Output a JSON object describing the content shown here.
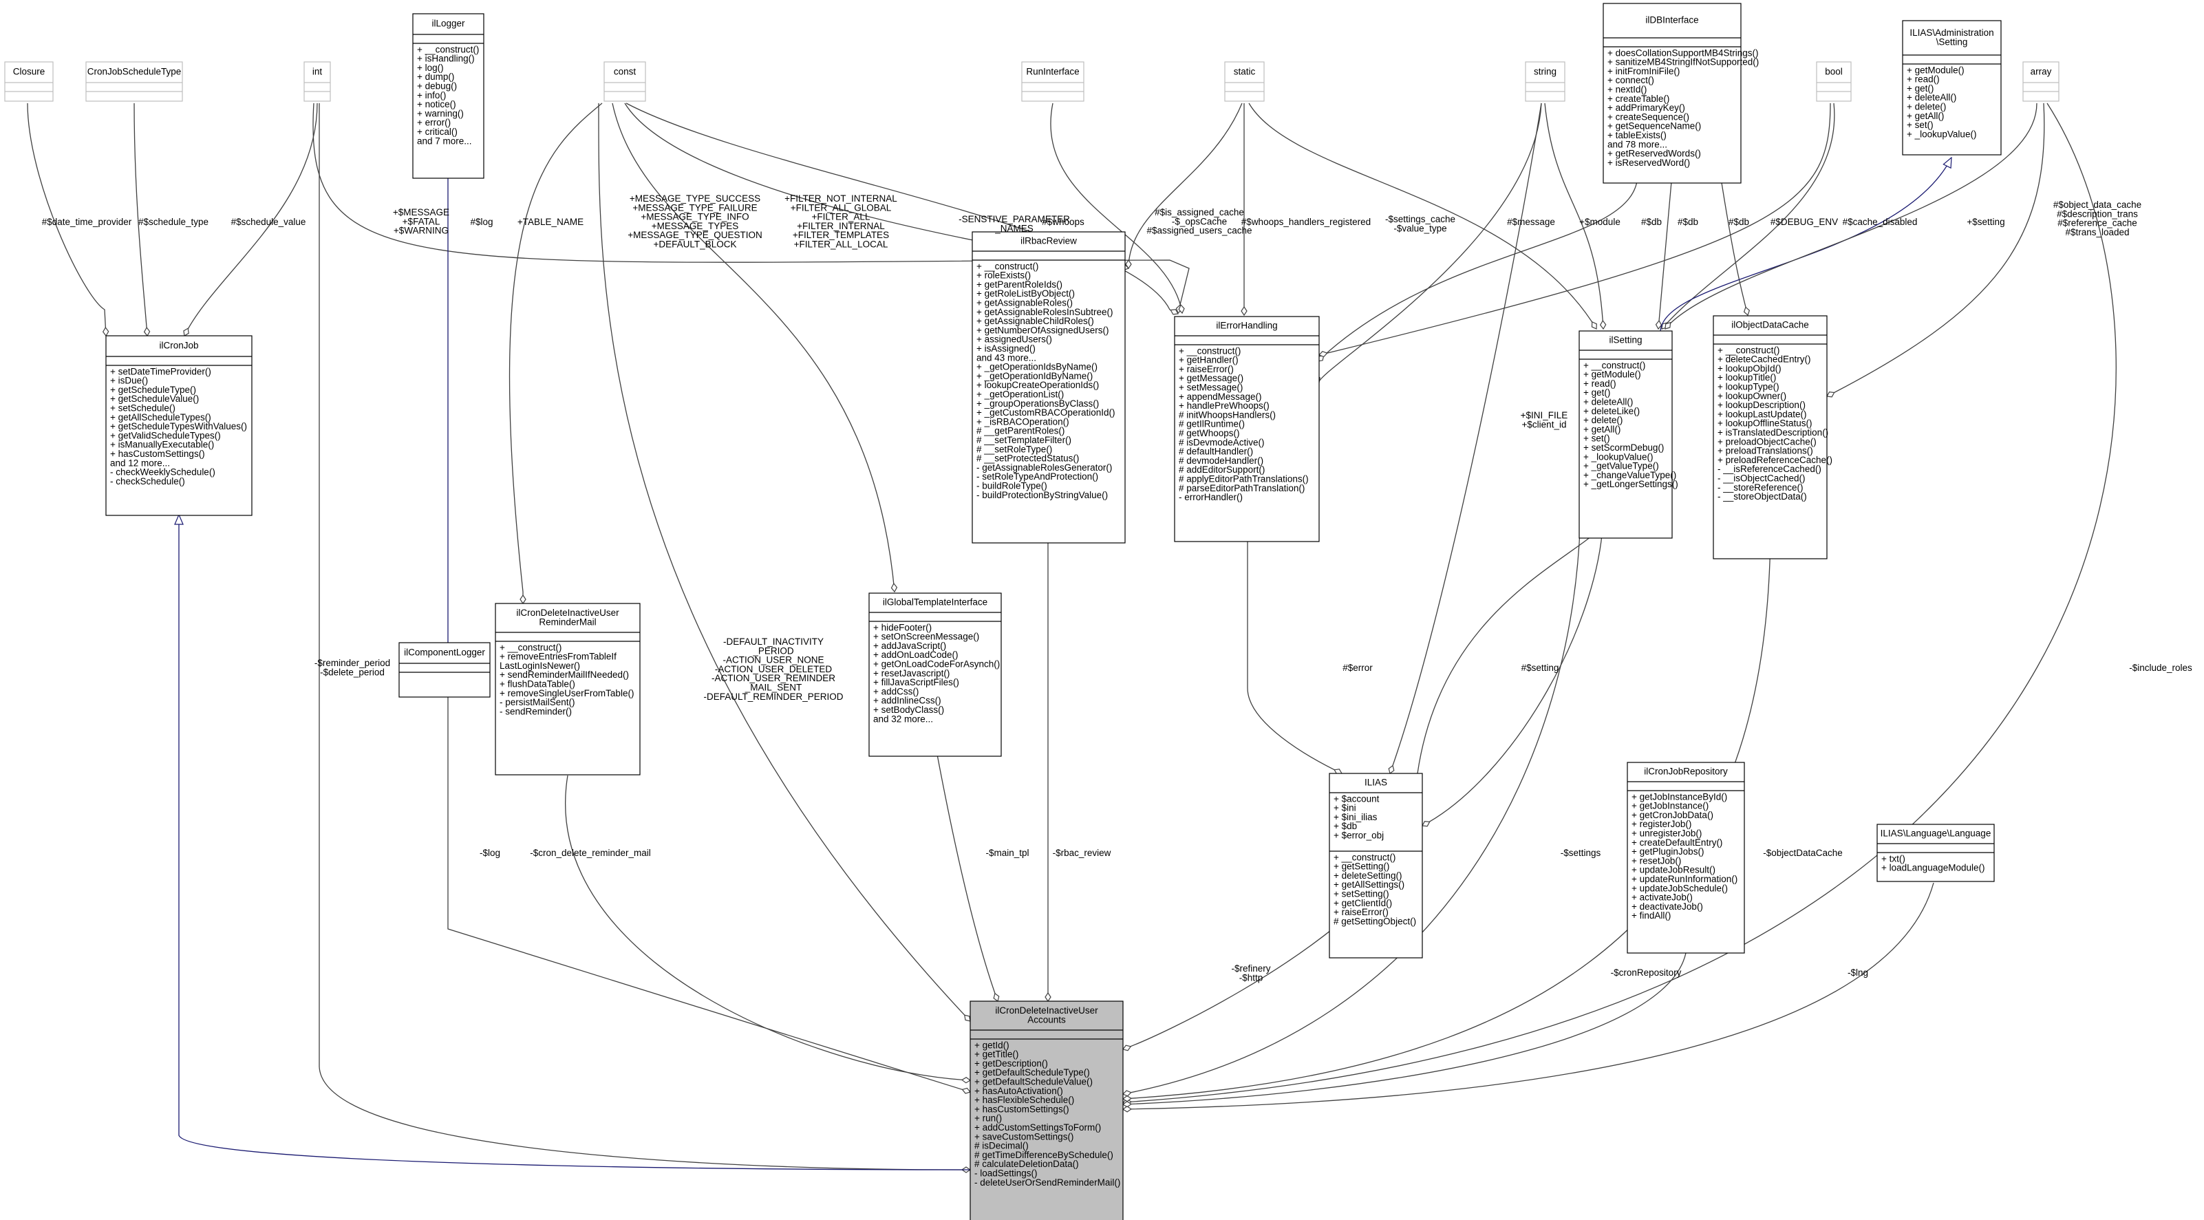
{
  "diagram": {
    "colors": {
      "edge": "#404040",
      "inherit": "#191970",
      "focus_fill": "#bfbfbf",
      "box_stroke": "#000000",
      "ghost_stroke": "#bfbfbf"
    },
    "nodes": [
      {
        "id": "closure",
        "title": [
          "Closure"
        ],
        "members": [],
        "methods": [],
        "ghost": true
      },
      {
        "id": "cronjobscheduletype",
        "title": [
          "CronJobScheduleType"
        ],
        "members": [],
        "methods": [],
        "ghost": true
      },
      {
        "id": "int",
        "title": [
          "int"
        ],
        "members": [],
        "methods": [],
        "ghost": true
      },
      {
        "id": "illogger",
        "title": [
          "ilLogger"
        ],
        "members": [],
        "methods": [
          "+ __construct()",
          "+ isHandling()",
          "+ log()",
          "+ dump()",
          "+ debug()",
          "+ info()",
          "+ notice()",
          "+ warning()",
          "+ error()",
          "+ critical()",
          "and 7 more..."
        ]
      },
      {
        "id": "const",
        "title": [
          "const"
        ],
        "members": [],
        "methods": [],
        "ghost": true
      },
      {
        "id": "runinterface",
        "title": [
          "RunInterface"
        ],
        "members": [],
        "methods": [],
        "ghost": true
      },
      {
        "id": "static",
        "title": [
          "static"
        ],
        "members": [],
        "methods": [],
        "ghost": true
      },
      {
        "id": "string",
        "title": [
          "string"
        ],
        "members": [],
        "methods": [],
        "ghost": true
      },
      {
        "id": "ildbinterface",
        "title": [
          "ilDBInterface"
        ],
        "members": [],
        "methods": [
          "+ doesCollationSupportMB4Strings()",
          "+ sanitizeMB4StringIfNotSupported()",
          "+ initFromIniFile()",
          "+ connect()",
          "+ nextId()",
          "+ createTable()",
          "+ addPrimaryKey()",
          "+ createSequence()",
          "+ getSequenceName()",
          "+ tableExists()",
          "and 78 more...",
          "+ getReservedWords()",
          "+ isReservedWord()"
        ]
      },
      {
        "id": "bool",
        "title": [
          "bool"
        ],
        "members": [],
        "methods": [],
        "ghost": true
      },
      {
        "id": "admsetting",
        "title": [
          "ILIAS\\Administration",
          "\\Setting"
        ],
        "members": [],
        "methods": [
          "+ getModule()",
          "+ read()",
          "+ get()",
          "+ deleteAll()",
          "+ delete()",
          "+ getAll()",
          "+ set()",
          "+ _lookupValue()"
        ]
      },
      {
        "id": "array",
        "title": [
          "array"
        ],
        "members": [],
        "methods": [],
        "ghost": true
      },
      {
        "id": "ilcronjob",
        "title": [
          "ilCronJob"
        ],
        "members": [],
        "methods": [
          "+ setDateTimeProvider()",
          "+ isDue()",
          "+ getScheduleType()",
          "+ getScheduleValue()",
          "+ setSchedule()",
          "+ getAllScheduleTypes()",
          "+ getScheduleTypesWithValues()",
          "+ getValidScheduleTypes()",
          "+ isManuallyExecutable()",
          "+ hasCustomSettings()",
          "and 12 more...",
          "- checkWeeklySchedule()",
          "- checkSchedule()"
        ]
      },
      {
        "id": "ilrbacreview",
        "title": [
          "ilRbacReview"
        ],
        "members": [],
        "methods": [
          "+ __construct()",
          "+ roleExists()",
          "+ getParentRoleIds()",
          "+ getRoleListByObject()",
          "+ getAssignableRoles()",
          "+ getAssignableRolesInSubtree()",
          "+ getAssignableChildRoles()",
          "+ getNumberOfAssignedUsers()",
          "+ assignedUsers()",
          "+ isAssigned()",
          "and 43 more...",
          "+ _getOperationIdsByName()",
          "+ _getOperationIdByName()",
          "+ lookupCreateOperationIds()",
          "+ _getOperationList()",
          "+ _groupOperationsByClass()",
          "+ _getCustomRBACOperationId()",
          "+ _isRBACOperation()",
          "# __getParentRoles()",
          "# __setTemplateFilter()",
          "# __setRoleType()",
          "# __setProtectedStatus()",
          "- getAssignableRolesGenerator()",
          "- setRoleTypeAndProtection()",
          "- buildRoleType()",
          "- buildProtectionByStringValue()"
        ]
      },
      {
        "id": "ilerrorhandling",
        "title": [
          "ilErrorHandling"
        ],
        "members": [],
        "methods": [
          "+ __construct()",
          "+ getHandler()",
          "+ raiseError()",
          "+ getMessage()",
          "+ setMessage()",
          "+ appendMessage()",
          "+ handlePreWhoops()",
          "# initWhoopsHandlers()",
          "# getIlRuntime()",
          "# getWhoops()",
          "# isDevmodeActive()",
          "# defaultHandler()",
          "# devmodeHandler()",
          "# addEditorSupport()",
          "# applyEditorPathTranslations()",
          "# parseEditorPathTranslation()",
          "- errorHandler()"
        ]
      },
      {
        "id": "ilsetting",
        "title": [
          "ilSetting"
        ],
        "members": [],
        "methods": [
          "+ __construct()",
          "+ getModule()",
          "+ read()",
          "+ get()",
          "+ deleteAll()",
          "+ deleteLike()",
          "+ delete()",
          "+ getAll()",
          "+ set()",
          "+ setScormDebug()",
          "+ _lookupValue()",
          "+ _getValueType()",
          "+ _changeValueType()",
          "+ _getLongerSettings()"
        ]
      },
      {
        "id": "ilobjectdatacache",
        "title": [
          "ilObjectDataCache"
        ],
        "members": [],
        "methods": [
          "+ __construct()",
          "+ deleteCachedEntry()",
          "+ lookupObjId()",
          "+ lookupTitle()",
          "+ lookupType()",
          "+ lookupOwner()",
          "+ lookupDescription()",
          "+ lookupLastUpdate()",
          "+ lookupOfflineStatus()",
          "+ isTranslatedDescription()",
          "+ preloadObjectCache()",
          "+ preloadTranslations()",
          "+ preloadReferenceCache()",
          "- __isReferenceCached()",
          "- __isObjectCached()",
          "- __storeReference()",
          "- __storeObjectData()"
        ]
      },
      {
        "id": "ilcomponentlogger",
        "title": [
          "ilComponentLogger"
        ],
        "members": [],
        "methods": []
      },
      {
        "id": "ilcrondeletemail",
        "title": [
          "ilCronDeleteInactiveUser",
          "ReminderMail"
        ],
        "members": [],
        "methods": [
          "+ __construct()",
          "+ removeEntriesFromTableIf",
          "LastLoginIsNewer()",
          "+ sendReminderMailIfNeeded()",
          "+ flushDataTable()",
          "+ removeSingleUserFromTable()",
          "- persistMailSent()",
          "- sendReminder()"
        ]
      },
      {
        "id": "ilglobaltemplate",
        "title": [
          "ilGlobalTemplateInterface"
        ],
        "members": [],
        "methods": [
          "+ hideFooter()",
          "+ setOnScreenMessage()",
          "+ addJavaScript()",
          "+ addOnLoadCode()",
          "+ getOnLoadCodeForAsynch()",
          "+ resetJavascript()",
          "+ fillJavaScriptFiles()",
          "+ addCss()",
          "+ addInlineCss()",
          "+ setBodyClass()",
          "and 32 more..."
        ]
      },
      {
        "id": "ilias",
        "title": [
          "ILIAS"
        ],
        "members": [
          "+ $account",
          "+ $ini",
          "+ $ini_ilias",
          "+ $db",
          "+ $error_obj"
        ],
        "methods": [
          "+ __construct()",
          "+ getSetting()",
          "+ deleteSetting()",
          "+ getAllSettings()",
          "+ setSetting()",
          "+ getClientId()",
          "+ raiseError()",
          "# getSettingObject()"
        ]
      },
      {
        "id": "ilcronjobrepository",
        "title": [
          "ilCronJobRepository"
        ],
        "members": [],
        "methods": [
          "+ getJobInstanceById()",
          "+ getJobInstance()",
          "+ getCronJobData()",
          "+ registerJob()",
          "+ unregisterJob()",
          "+ createDefaultEntry()",
          "+ getPluginJobs()",
          "+ resetJob()",
          "+ updateJobResult()",
          "+ updateRunInformation()",
          "+ updateJobSchedule()",
          "+ activateJob()",
          "+ deactivateJob()",
          "+ findAll()"
        ]
      },
      {
        "id": "language",
        "title": [
          "ILIAS\\Language\\Language"
        ],
        "members": [],
        "methods": [
          "+ txt()",
          "+ loadLanguageModule()"
        ]
      },
      {
        "id": "main",
        "title": [
          "ilCronDeleteInactiveUser",
          "Accounts"
        ],
        "members": [],
        "methods": [
          "+ getId()",
          "+ getTitle()",
          "+ getDescription()",
          "+ getDefaultScheduleType()",
          "+ getDefaultScheduleValue()",
          "+ hasAutoActivation()",
          "+ hasFlexibleSchedule()",
          "+ hasCustomSettings()",
          "+ run()",
          "+ addCustomSettingsToForm()",
          "+ saveCustomSettings()",
          "# isDecimal()",
          "# getTimeDifferenceBySchedule()",
          "# calculateDeletionData()",
          "- loadSettings()",
          "- deleteUserOrSendReminderMail()"
        ],
        "focus": true
      }
    ],
    "edge_labels": [
      {
        "id": "lbl-date-time-provider",
        "lines": [
          "#$date_time_provider"
        ]
      },
      {
        "id": "lbl-schedule-type",
        "lines": [
          "#$schedule_type"
        ]
      },
      {
        "id": "lbl-schedule-value",
        "lines": [
          "#$schedule_value"
        ]
      },
      {
        "id": "lbl-message-fatal-warning",
        "lines": [
          "+$MESSAGE",
          "+$FATAL",
          "+$WARNING"
        ]
      },
      {
        "id": "lbl-log-illogger",
        "lines": [
          "#$log"
        ]
      },
      {
        "id": "lbl-table-name",
        "lines": [
          "+TABLE_NAME"
        ]
      },
      {
        "id": "lbl-message-types",
        "lines": [
          "+MESSAGE_TYPE_SUCCESS",
          "+MESSAGE_TYPE_FAILURE",
          "+MESSAGE_TYPE_INFO",
          "+MESSAGE_TYPES",
          "+MESSAGE_TYPE_QUESTION",
          "+DEFAULT_BLOCK"
        ]
      },
      {
        "id": "lbl-filters",
        "lines": [
          "+FILTER_NOT_INTERNAL",
          "+FILTER_ALL_GLOBAL",
          "+FILTER_ALL",
          "+FILTER_INTERNAL",
          "+FILTER_TEMPLATES",
          "+FILTER_ALL_LOCAL"
        ]
      },
      {
        "id": "lbl-sensitive",
        "lines": [
          "-SENSTIVE_PARAMETER",
          "_NAMES"
        ]
      },
      {
        "id": "lbl-whoops",
        "lines": [
          "#$whoops"
        ]
      },
      {
        "id": "lbl-cache",
        "lines": [
          "#$is_assigned_cache",
          "-$_opsCache",
          "#$assigned_users_cache"
        ]
      },
      {
        "id": "lbl-whoops-handlers",
        "lines": [
          "#$whoops_handlers_registered"
        ]
      },
      {
        "id": "lbl-settings-cache",
        "lines": [
          "-$settings_cache",
          "-$value_type"
        ]
      },
      {
        "id": "lbl-message",
        "lines": [
          "#$message"
        ]
      },
      {
        "id": "lbl-module",
        "lines": [
          "+$module"
        ]
      },
      {
        "id": "lbl-db-1",
        "lines": [
          "#$db"
        ]
      },
      {
        "id": "lbl-db-2",
        "lines": [
          "#$db"
        ]
      },
      {
        "id": "lbl-db-3",
        "lines": [
          "#$db"
        ]
      },
      {
        "id": "lbl-debug-env",
        "lines": [
          "#$DEBUG_ENV"
        ]
      },
      {
        "id": "lbl-cache-disabled",
        "lines": [
          "#$cache_disabled"
        ]
      },
      {
        "id": "lbl-setting",
        "lines": [
          "+$setting"
        ]
      },
      {
        "id": "lbl-object-data-cache",
        "lines": [
          "#$object_data_cache",
          "#$description_trans",
          "#$reference_cache",
          "#$trans_loaded"
        ]
      },
      {
        "id": "lbl-reminder-period",
        "lines": [
          "-$reminder_period",
          "-$delete_period"
        ]
      },
      {
        "id": "lbl-default-consts",
        "lines": [
          "-DEFAULT_INACTIVITY",
          "_PERIOD",
          "-ACTION_USER_NONE",
          "-ACTION_USER_DELETED",
          "-ACTION_USER_REMINDER",
          "_MAIL_SENT",
          "-DEFAULT_REMINDER_PERIOD"
        ]
      },
      {
        "id": "lbl-ini-file",
        "lines": [
          "+$INI_FILE",
          "+$client_id"
        ]
      },
      {
        "id": "lbl-error",
        "lines": [
          "#$error"
        ]
      },
      {
        "id": "lbl-setting-2",
        "lines": [
          "#$setting"
        ]
      },
      {
        "id": "lbl-include-roles",
        "lines": [
          "-$include_roles"
        ]
      },
      {
        "id": "lbl-log-main",
        "lines": [
          "-$log"
        ]
      },
      {
        "id": "lbl-cron-delete-reminder",
        "lines": [
          "-$cron_delete_reminder_mail"
        ]
      },
      {
        "id": "lbl-main-tpl",
        "lines": [
          "-$main_tpl"
        ]
      },
      {
        "id": "lbl-rbac-review",
        "lines": [
          "-$rbac_review"
        ]
      },
      {
        "id": "lbl-settings",
        "lines": [
          "-$settings"
        ]
      },
      {
        "id": "lbl-object-data-cache-2",
        "lines": [
          "-$objectDataCache"
        ]
      },
      {
        "id": "lbl-refinery-http",
        "lines": [
          "-$refinery",
          "-$http"
        ]
      },
      {
        "id": "lbl-cron-repository",
        "lines": [
          "-$cronRepository"
        ]
      },
      {
        "id": "lbl-lng",
        "lines": [
          "-$lng"
        ]
      }
    ]
  }
}
